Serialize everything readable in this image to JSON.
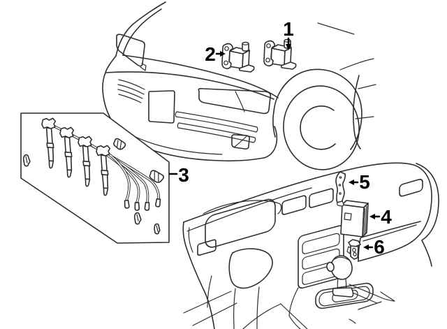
{
  "diagram": {
    "kind": "automotive-parts-line-diagram",
    "callouts": [
      {
        "num": "1"
      },
      {
        "num": "2"
      },
      {
        "num": "3"
      },
      {
        "num": "4"
      },
      {
        "num": "5"
      },
      {
        "num": "6"
      }
    ]
  },
  "colors": {
    "background": "#ffffff",
    "line": "#2e2e2e",
    "text": "#000000"
  }
}
